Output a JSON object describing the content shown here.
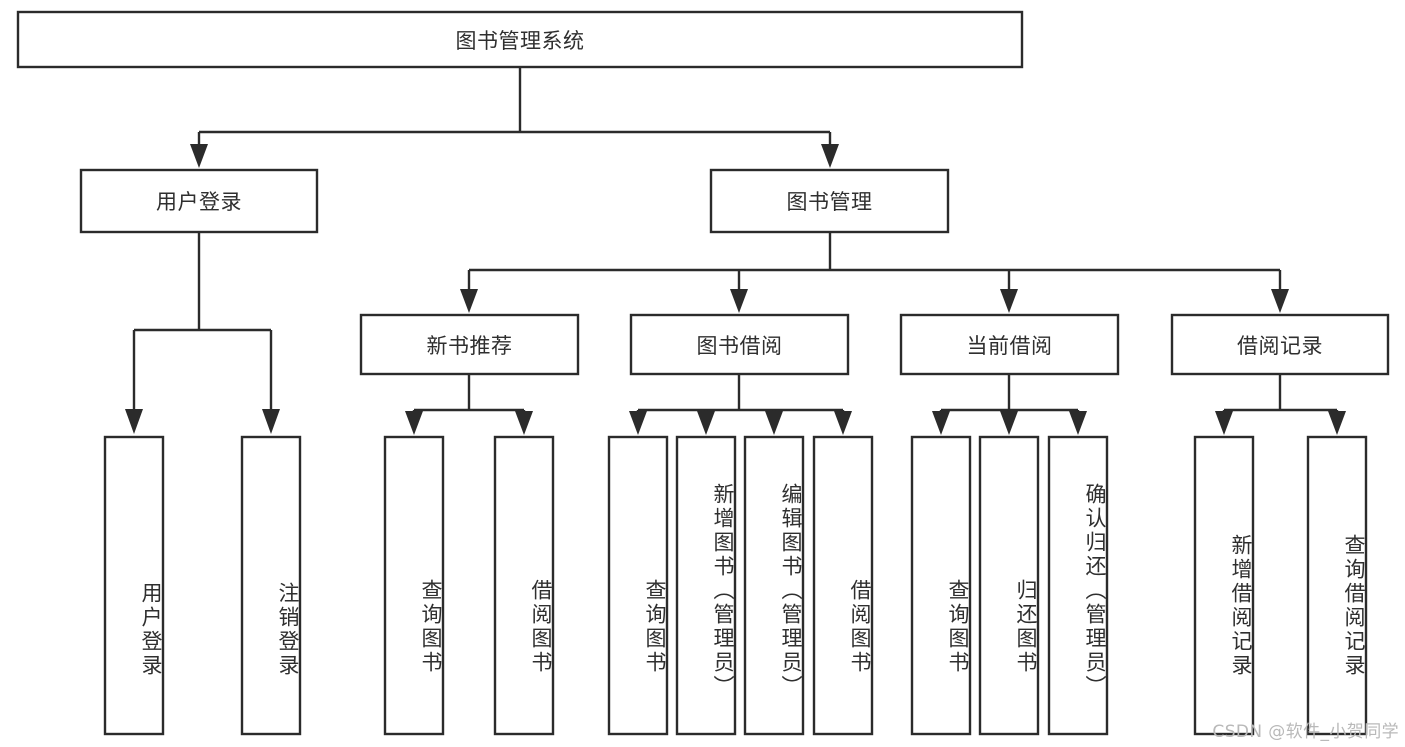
{
  "diagram": {
    "title": "图书管理系统",
    "type": "tree-hierarchy",
    "root": {
      "id": "root",
      "label": "图书管理系统",
      "orientation": "horizontal"
    },
    "level2": [
      {
        "id": "user-login",
        "label": "用户登录",
        "orientation": "horizontal"
      },
      {
        "id": "book-manage",
        "label": "图书管理",
        "orientation": "horizontal"
      }
    ],
    "level3": [
      {
        "id": "new-book-recommend",
        "label": "新书推荐",
        "orientation": "horizontal",
        "parent": "book-manage"
      },
      {
        "id": "book-borrow",
        "label": "图书借阅",
        "orientation": "horizontal",
        "parent": "book-manage"
      },
      {
        "id": "current-borrow",
        "label": "当前借阅",
        "orientation": "horizontal",
        "parent": "book-manage"
      },
      {
        "id": "borrow-record",
        "label": "借阅记录",
        "orientation": "horizontal",
        "parent": "book-manage"
      }
    ],
    "leaves": [
      {
        "id": "leaf-user-login",
        "label": "用户登录",
        "orientation": "vertical",
        "parent": "user-login"
      },
      {
        "id": "leaf-logout-login",
        "label": "注销登录",
        "orientation": "vertical",
        "parent": "user-login"
      },
      {
        "id": "leaf-query-book-1",
        "label": "查询图书",
        "orientation": "vertical",
        "parent": "new-book-recommend"
      },
      {
        "id": "leaf-borrow-book-1",
        "label": "借阅图书",
        "orientation": "vertical",
        "parent": "new-book-recommend"
      },
      {
        "id": "leaf-query-book-2",
        "label": "查询图书",
        "orientation": "vertical",
        "parent": "book-borrow"
      },
      {
        "id": "leaf-add-book",
        "label": "新增图书（管理员）",
        "orientation": "vertical",
        "parent": "book-borrow"
      },
      {
        "id": "leaf-edit-book",
        "label": "编辑图书（管理员）",
        "orientation": "vertical",
        "parent": "book-borrow"
      },
      {
        "id": "leaf-borrow-book-2",
        "label": "借阅图书",
        "orientation": "vertical",
        "parent": "book-borrow"
      },
      {
        "id": "leaf-query-book-3",
        "label": "查询图书",
        "orientation": "vertical",
        "parent": "current-borrow"
      },
      {
        "id": "leaf-return-book",
        "label": "归还图书",
        "orientation": "vertical",
        "parent": "current-borrow"
      },
      {
        "id": "leaf-confirm-return",
        "label": "确认归还（管理员）",
        "orientation": "vertical",
        "parent": "current-borrow"
      },
      {
        "id": "leaf-add-record",
        "label": "新增借阅记录",
        "orientation": "vertical",
        "parent": "borrow-record"
      },
      {
        "id": "leaf-query-record",
        "label": "查询借阅记录",
        "orientation": "vertical",
        "parent": "borrow-record"
      }
    ]
  },
  "watermark": {
    "text": "CSDN @软件_小贺同学"
  },
  "colors": {
    "stroke": "#2b2b2b",
    "fill": "#ffffff",
    "text": "#2f2f2f",
    "watermark": "#b9b9b9",
    "background": "#ffffff"
  }
}
